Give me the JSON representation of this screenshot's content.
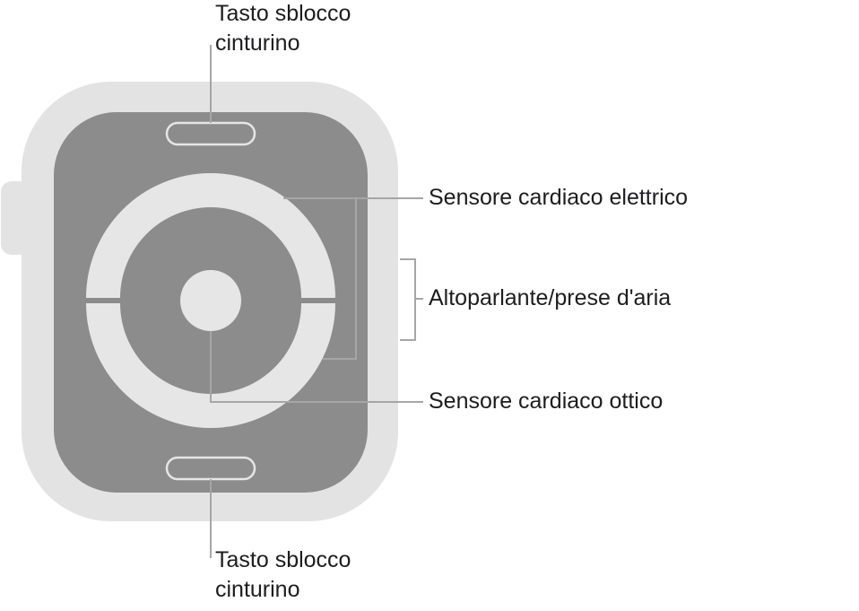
{
  "labels": {
    "band_release_top": [
      "Tasto sblocco",
      "cinturino"
    ],
    "electrical_heart_sensor": "Sensore cardiaco elettrico",
    "speaker_air_vents": "Altoparlante/prese d'aria",
    "optical_heart_sensor": "Sensore cardiaco ottico",
    "band_release_bottom": [
      "Tasto sblocco",
      "cinturino"
    ]
  },
  "colors": {
    "case_outer": "#e3e3e3",
    "case_back": "#8c8c8c",
    "sensor_ring": "#e6e6e6",
    "leader_line": "#a6a6a6",
    "text": "#1d1d1f"
  }
}
